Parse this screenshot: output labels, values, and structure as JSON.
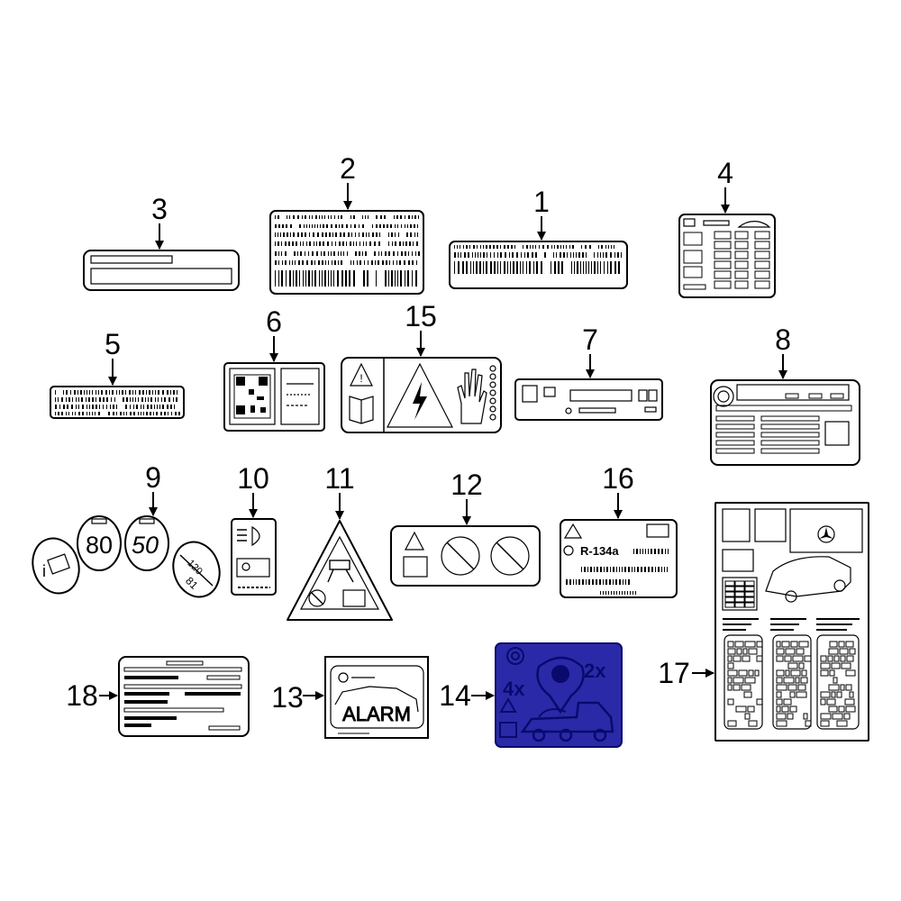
{
  "callouts": {
    "c1": "1",
    "c2": "2",
    "c3": "3",
    "c4": "4",
    "c5": "5",
    "c6": "6",
    "c7": "7",
    "c8": "8",
    "c9": "9",
    "c10": "10",
    "c11": "11",
    "c12": "12",
    "c13": "13",
    "c14": "14",
    "c15": "15",
    "c16": "16",
    "c17": "17",
    "c18": "18"
  },
  "label_text": {
    "speed_80": "80",
    "speed_50": "50",
    "speed_120": "120",
    "speed_81": "81",
    "refrigerant": "R-134a",
    "alarm": "ALARM",
    "tow_4x": "4x",
    "tow_2x": "2x"
  },
  "colors": {
    "highlight": "#2a2aa8",
    "highlight_stroke": "#0a0a6e",
    "line": "#000000",
    "background": "#ffffff"
  },
  "icons": [
    "warning-triangle-icon",
    "manual-book-icon",
    "high-voltage-icon",
    "hand-icon",
    "qr-code-icon",
    "mercedes-star-icon",
    "car-outline-icon",
    "wrench-icon",
    "fan-icon",
    "tow-truck-icon",
    "wheel-icon"
  ]
}
